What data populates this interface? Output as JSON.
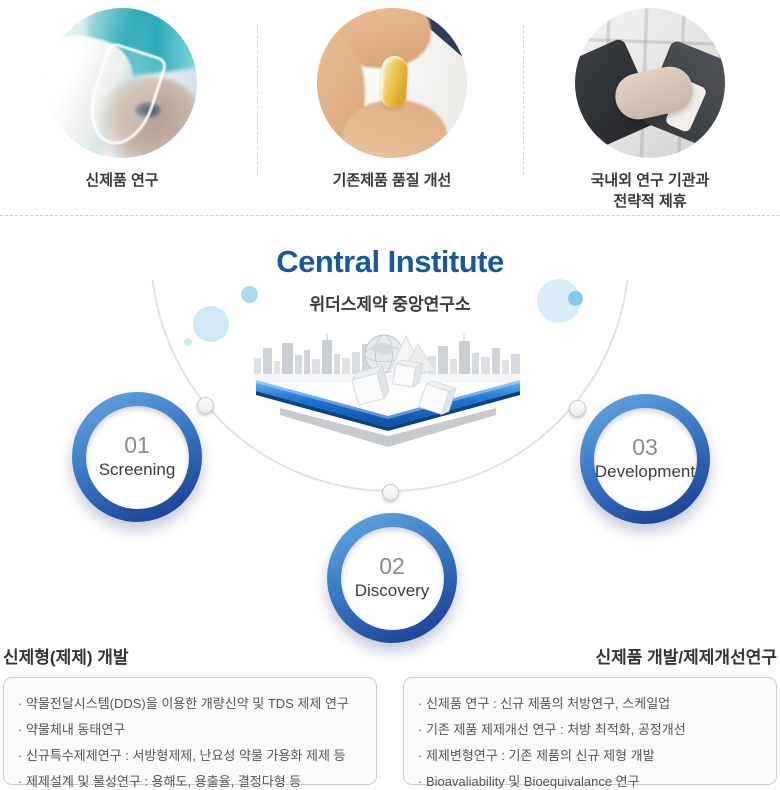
{
  "page": {
    "title": "Central Institute",
    "subtitle": "위더스제약 중앙연구소"
  },
  "features": [
    {
      "caption": "신제품 연구",
      "image": "lab-research-photo"
    },
    {
      "caption": "기존제품 품질 개선",
      "image": "pill-quality-photo"
    },
    {
      "caption": "국내외 연구 기관과\n전략적 제휴",
      "image": "handshake-photo"
    }
  ],
  "steps": [
    {
      "number": "01",
      "label": "Screening"
    },
    {
      "number": "02",
      "label": "Discovery"
    },
    {
      "number": "03",
      "label": "Development"
    }
  ],
  "sections": [
    {
      "heading": "신제형(제제) 개발",
      "items": [
        "· 약물전달시스템(DDS)을 이용한 개량신약 및 TDS 제제 연구",
        "· 약물체내 동태연구",
        "· 신규특수제제연구 : 서방형제제, 난요성 약물 가용화 제제 등",
        "· 제제설계 및 물성연구 : 용해도, 용출율, 결정다형 등"
      ]
    },
    {
      "heading": "신제품 개발/제제개선연구",
      "items": [
        "· 신제품 연구 : 신규 제품의 처방연구, 스케일업",
        "· 기존 제품 제제개선 연구 : 처방 최적화, 공정개선",
        "· 제제변형연구 : 기존 제품의 신규 제형 개발",
        "· Bioavaliability 및 Bioequivalance 연구"
      ]
    }
  ],
  "colors": {
    "title_blue": "#19599b",
    "ring_blue_light": "#66abe0",
    "ring_blue_dark": "#16368b",
    "arrow_blue": "#1565c0",
    "box_border": "#cccccc",
    "dashed_divider": "#d5d5d5",
    "bubble_light_blue": "#cfe9f7"
  }
}
